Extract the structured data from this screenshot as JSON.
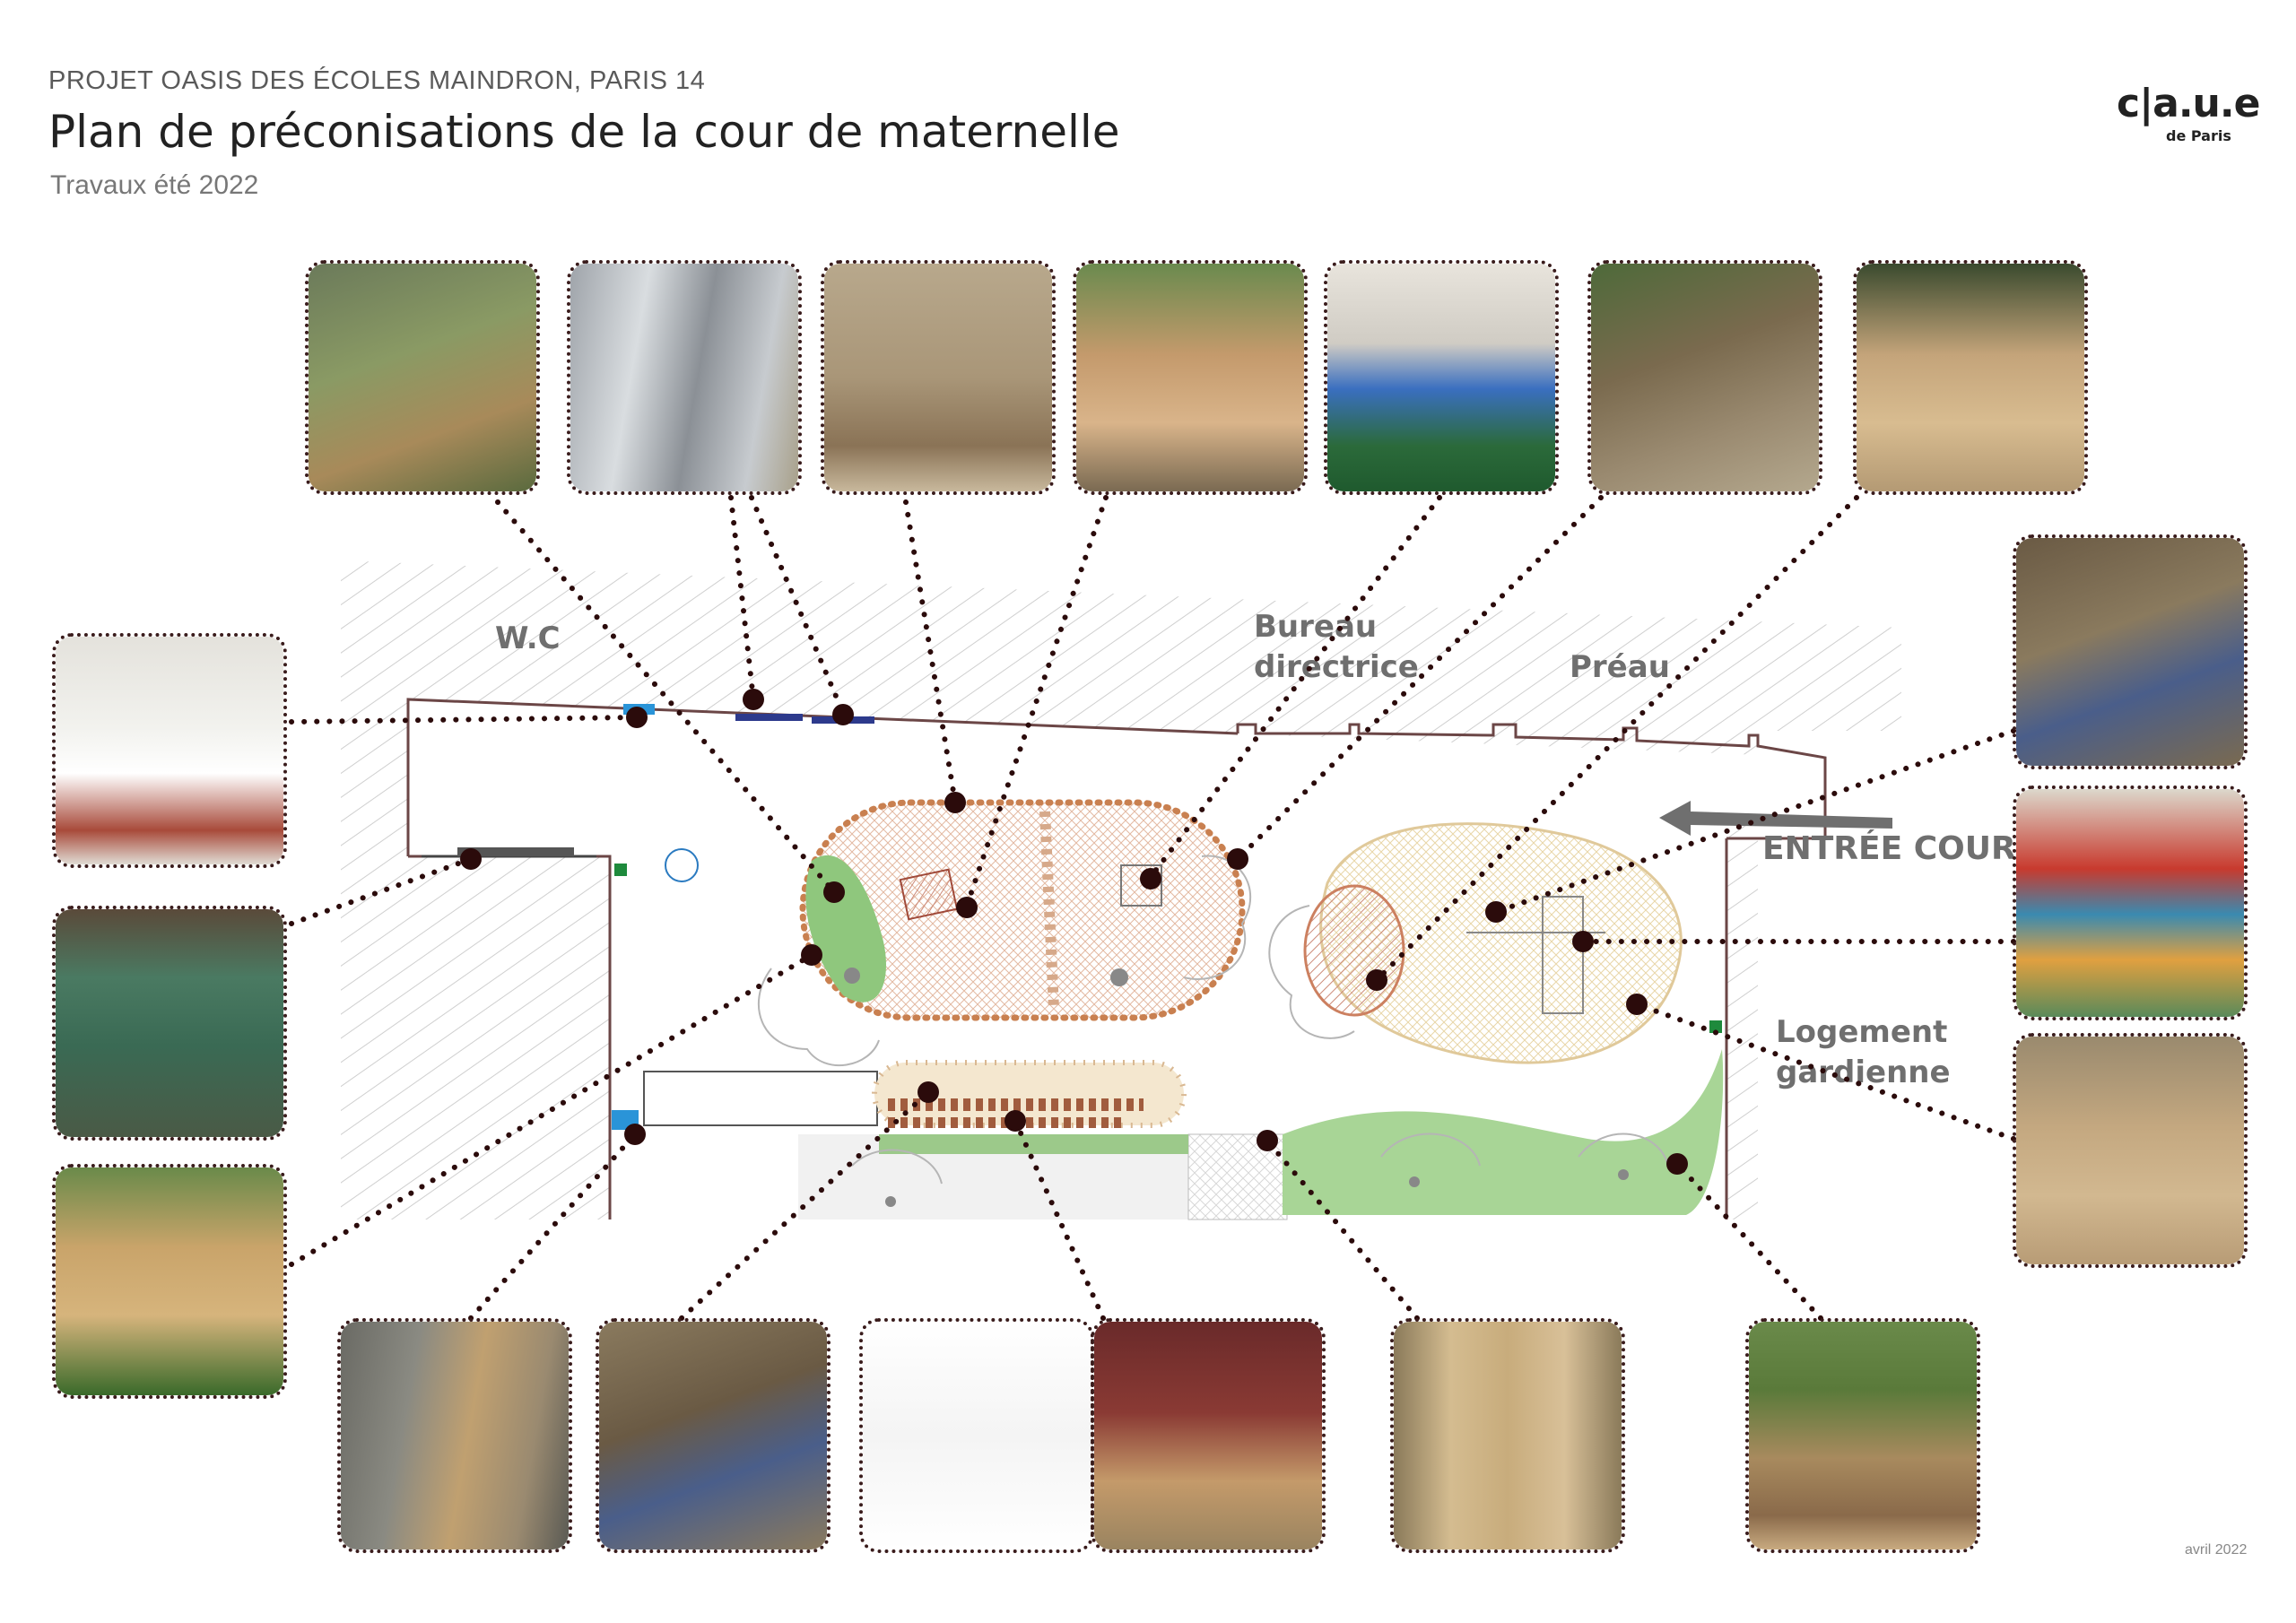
{
  "header": {
    "project": "PROJET OASIS DES ÉCOLES MAINDRON, PARIS 14",
    "title": "Plan de préconisations de la cour de maternelle",
    "subtitle": "Travaux été 2022"
  },
  "logo": {
    "main": "c|a.u.e",
    "sub": "de Paris"
  },
  "footer": {
    "date": "avril 2022"
  },
  "plan_labels": {
    "wc": "W.C",
    "bureau_line1": "Bureau",
    "bureau_line2": "directrice",
    "preau": "Préau",
    "entree": "ENTRÉE COUR",
    "logement_line1": "Logement",
    "logement_line2": "gardienne"
  },
  "photos": [
    {
      "id": "rope-fence",
      "icon": "rope-fence-planting-icon"
    },
    {
      "id": "mirror-panels",
      "icon": "mirror-panel-icon"
    },
    {
      "id": "log-stumps-jumping",
      "icon": "log-stumps-icon"
    },
    {
      "id": "wooden-playhouse",
      "icon": "playhouse-icon"
    },
    {
      "id": "blue-car-play",
      "icon": "car-icon"
    },
    {
      "id": "log-edging",
      "icon": "log-edging-icon"
    },
    {
      "id": "tree-deck-bench",
      "icon": "tree-bench-icon"
    },
    {
      "id": "sink-trough",
      "icon": "sink-icon"
    },
    {
      "id": "chalkboard",
      "icon": "chalkboard-icon"
    },
    {
      "id": "compost-bin",
      "icon": "compost-icon"
    },
    {
      "id": "digging-child-right",
      "icon": "digging-icon"
    },
    {
      "id": "play-structure",
      "icon": "slide-icon"
    },
    {
      "id": "log-border",
      "icon": "log-border-icon"
    },
    {
      "id": "wooden-shed",
      "icon": "shed-icon"
    },
    {
      "id": "digging-child-bottom",
      "icon": "digging-icon"
    },
    {
      "id": "stumps-sketch",
      "icon": "sketch-icon"
    },
    {
      "id": "children-stumps",
      "icon": "children-stumps-icon"
    },
    {
      "id": "wooden-gate",
      "icon": "gate-icon"
    },
    {
      "id": "raised-beds",
      "icon": "raised-bed-icon"
    }
  ]
}
